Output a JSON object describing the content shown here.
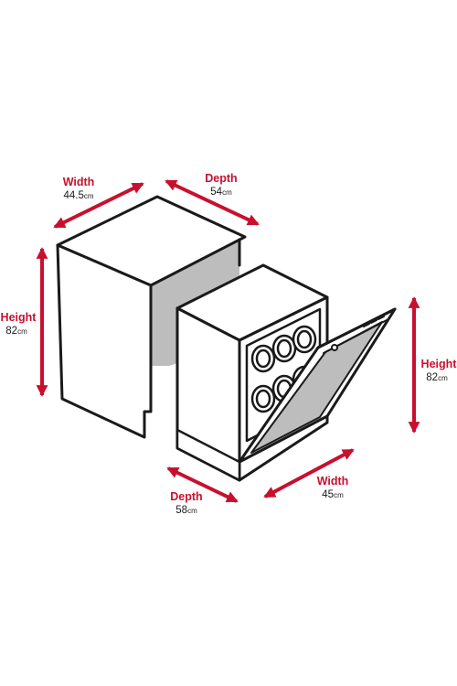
{
  "colors": {
    "accent": "#c8102e",
    "line": "#1a1a1a",
    "shade": "#bdbdbd",
    "fill": "#ffffff"
  },
  "dimensions": {
    "cabinet_width": {
      "title": "Width",
      "value": "44.5",
      "unit": "cm"
    },
    "cabinet_depth": {
      "title": "Depth",
      "value": "54",
      "unit": "cm"
    },
    "cabinet_height": {
      "title": "Height",
      "value": "82",
      "unit": "cm"
    },
    "appliance_depth": {
      "title": "Depth",
      "value": "58",
      "unit": "cm"
    },
    "appliance_width": {
      "title": "Width",
      "value": "45",
      "unit": "cm"
    },
    "appliance_height": {
      "title": "Height",
      "value": "82",
      "unit": "cm"
    }
  }
}
